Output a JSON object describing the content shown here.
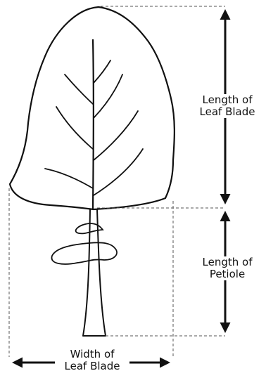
{
  "labels": {
    "blade_length": [
      "Length of",
      "Leaf Blade"
    ],
    "petiole_length": [
      "Length of",
      "Petiole"
    ],
    "blade_width": [
      "Width of",
      "Leaf Blade"
    ]
  },
  "colors": {
    "ink": "#111111",
    "guide": "#555555",
    "background": "#ffffff"
  }
}
